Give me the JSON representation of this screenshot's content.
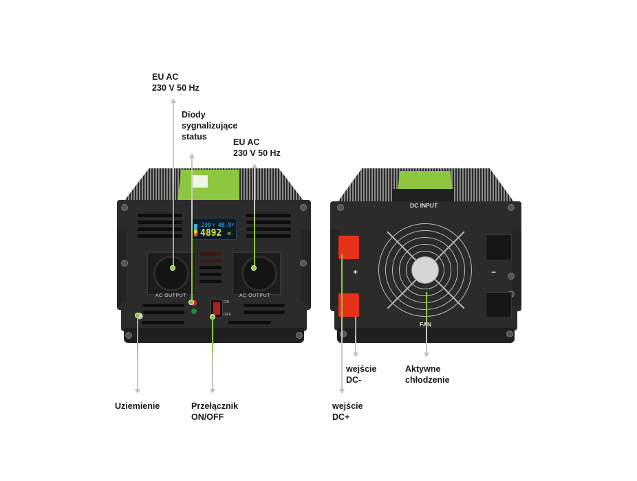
{
  "left_device": {
    "callouts": {
      "eu_ac_left": "EU AC\n230 V 50 Hz",
      "status_leds": "Diody\nsygnalizujące\nstatus",
      "eu_ac_right": "EU AC\n230 V 50 Hz",
      "grounding": "Uziemienie",
      "switch": "Przełącznik\nON/OFF"
    },
    "panel_text": {
      "ac_output_left": "AC OUTPUT",
      "ac_output_right": "AC OUTPUT",
      "switch_on": "ON",
      "switch_off": "OFF"
    },
    "lcd": {
      "input_voltage": "230",
      "input_unit": "V",
      "battery_voltage": "48.9",
      "battery_unit": "V",
      "power": "4892",
      "power_unit": "W"
    }
  },
  "right_device": {
    "callouts": {
      "dc_minus": "wejście\nDC-",
      "cooling": "Aktywne\nchłodzenie",
      "dc_plus": "wejście\nDC+"
    },
    "panel_text": {
      "dc_input": "DC INPUT",
      "fan": "FAN",
      "plus": "+",
      "minus": "−"
    }
  },
  "colors": {
    "accent_green": "#8dc63f",
    "terminal_red": "#e8311a",
    "callout_gray": "#c8c8c8",
    "body_dark": "#2b2b2b"
  }
}
